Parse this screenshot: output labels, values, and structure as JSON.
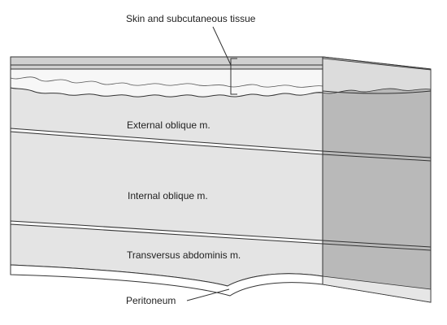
{
  "diagram": {
    "labels": {
      "skin": "Skin and subcutaneous tissue",
      "external_oblique": "External oblique m.",
      "internal_oblique": "Internal oblique m.",
      "transversus": "Transversus abdominis m.",
      "peritoneum": "Peritoneum"
    },
    "colors": {
      "muscle_front": "#e4e4e4",
      "muscle_side": "#b9b9b9",
      "skin_front": "#f7f7f7",
      "skin_side": "#dcdcdc",
      "top_face": "#d0d0d0",
      "fascia": "#fafafa",
      "peritoneum": "#ffffff",
      "outline": "#333333"
    }
  }
}
